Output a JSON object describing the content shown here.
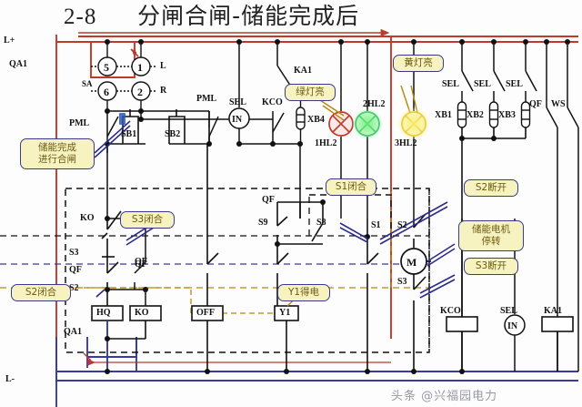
{
  "title": {
    "number": "2-8",
    "text": "分闸合闸-储能完成后"
  },
  "watermark": "头条 @兴福园电力",
  "rails": {
    "positive": "L+",
    "negative": "L-",
    "breaker_top": "QA1",
    "breaker_bottom": "QA1",
    "positive_color": "#c0392b",
    "negative_color": "#3a3a9c"
  },
  "selector_switch": {
    "name": "SA",
    "terminals": [
      "5",
      "1",
      "6",
      "2"
    ],
    "positions": [
      "L",
      "R"
    ]
  },
  "pushbuttons": [
    {
      "name": "SB1",
      "rail_label": "PML",
      "state": "pressed"
    },
    {
      "name": "SB2",
      "rail_label": "PML",
      "state": "released"
    }
  ],
  "top_row_devices": [
    {
      "label": "SEL",
      "symbol": "IN"
    },
    {
      "label": "KCO"
    },
    {
      "label": "XB4"
    },
    {
      "label": "KA1"
    }
  ],
  "lamps": [
    {
      "tag": "1HL2",
      "color": "#c0392b",
      "state": "off"
    },
    {
      "tag": "2HL2",
      "color": "#27ae60",
      "state": "on"
    },
    {
      "tag": "3HL2",
      "color": "#d9b30a",
      "state": "on"
    }
  ],
  "terminal_block": {
    "switch_label": "SEL",
    "terminals": [
      "XB1",
      "XB2",
      "XB3"
    ]
  },
  "right_contacts": [
    "QF",
    "WS"
  ],
  "mechanism_switches": [
    "KO",
    "S3",
    "QF",
    "S2",
    "S9",
    "S8",
    "S1",
    "S2",
    "S3",
    "QF"
  ],
  "coils": [
    {
      "name": "HQ"
    },
    {
      "name": "KO"
    },
    {
      "name": "OFF"
    },
    {
      "name": "Y1"
    },
    {
      "name": "KCO"
    },
    {
      "name": "KA1"
    }
  ],
  "motor": {
    "symbol": "M",
    "label": "M"
  },
  "bottom_devices": [
    {
      "label": "KCO"
    },
    {
      "label": "SEL",
      "symbol": "IN"
    },
    {
      "label": "KA1"
    }
  ],
  "callouts": [
    {
      "id": "store-done-close",
      "text_line1": "储能完成",
      "text_line2": "进行合闸"
    },
    {
      "id": "s3-closed",
      "text_line1": "S3闭合"
    },
    {
      "id": "s2-closed",
      "text_line1": "S2闭合"
    },
    {
      "id": "green-lamp-on",
      "text_line1": "绿灯亮"
    },
    {
      "id": "yellow-lamp-on",
      "text_line1": "黄灯亮"
    },
    {
      "id": "s1-closed",
      "text_line1": "S1闭合"
    },
    {
      "id": "s2-open",
      "text_line1": "S2断开"
    },
    {
      "id": "motor-stopped",
      "text_line1": "储能电机",
      "text_line2": "停转"
    },
    {
      "id": "s3-open",
      "text_line1": "S3断开"
    },
    {
      "id": "y1-energized",
      "text_line1": "Y1得电"
    }
  ]
}
